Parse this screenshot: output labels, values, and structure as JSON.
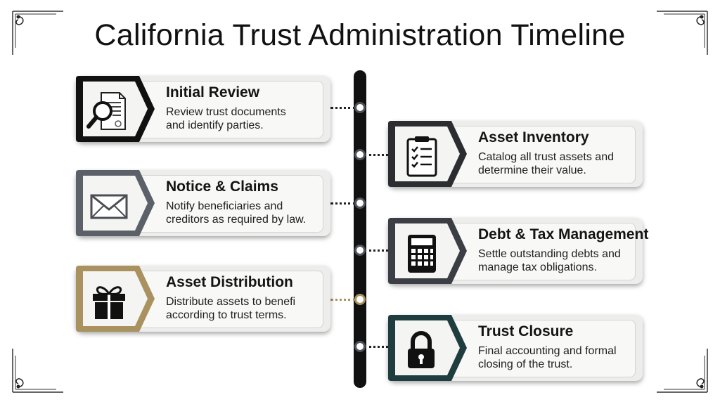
{
  "title": "California Trust Administration Timeline",
  "colors": {
    "background": "#ffffff",
    "spine": "#111111",
    "step_accents": {
      "initial_review": "#111111",
      "notice_claims": "#5c6068",
      "asset_distribution": "#a9925f",
      "asset_inventory": "#2b2d31",
      "debt_tax": "#3b3e44",
      "trust_closure": "#1f3d3e"
    }
  },
  "steps": [
    {
      "id": "initial_review",
      "side": "left",
      "icon": "document-magnifier-icon",
      "heading": "Initial Review",
      "lines": [
        "Review trust documents",
        "and identify parties."
      ]
    },
    {
      "id": "asset_inventory",
      "side": "right",
      "icon": "clipboard-checklist-icon",
      "heading": "Asset Inventory",
      "lines": [
        "Catalog all trust assets and",
        "determine their value."
      ]
    },
    {
      "id": "notice_claims",
      "side": "left",
      "icon": "envelope-icon",
      "heading": "Notice & Claims",
      "lines": [
        "Notify beneficiaries and",
        "creditors as required by law."
      ]
    },
    {
      "id": "debt_tax",
      "side": "right",
      "icon": "calculator-icon",
      "heading": "Debt & Tax Management",
      "lines": [
        "Settle outstanding debts and",
        "manage tax obligations."
      ]
    },
    {
      "id": "asset_distribution",
      "side": "left",
      "icon": "gift-icon",
      "heading": "Asset Distribution",
      "lines": [
        "Distribute assets to benefi",
        "according to trust terms."
      ]
    },
    {
      "id": "trust_closure",
      "side": "right",
      "icon": "padlock-icon",
      "heading": "Trust Closure",
      "lines": [
        "Final accounting and formal",
        "closing of the trust."
      ]
    }
  ]
}
